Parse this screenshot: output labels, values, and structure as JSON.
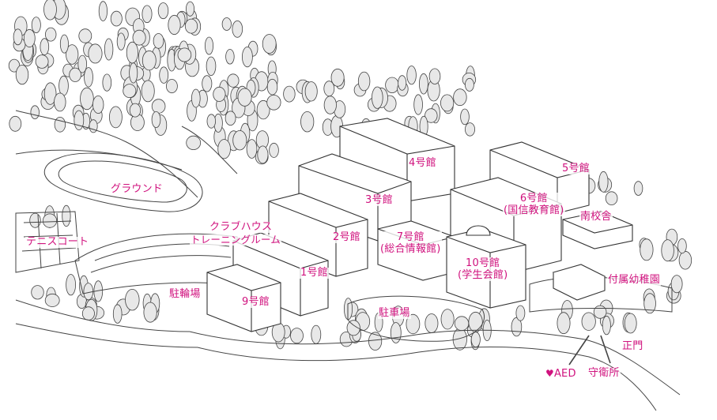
{
  "colors": {
    "label": "#d0127e",
    "line": "#333333"
  },
  "labels": {
    "ground": "グラウンド",
    "tennis": "テニスコート",
    "clubhouse": "クラブハウス",
    "training_room": "トレーニングルーム",
    "bicycle_parking": "駐輪場",
    "b1": "1号館",
    "b2": "2号館",
    "b3": "3号館",
    "b4": "4号館",
    "b5": "5号館",
    "b6": "6号館",
    "b6_sub": "(国信教育館)",
    "b7": "7号館",
    "b7_sub": "(総合情報館)",
    "b9": "9号館",
    "b10": "10号館",
    "b10_sub": "(学生会館)",
    "south_building": "南校舎",
    "kindergarten": "付属幼稚園",
    "parking": "駐車場",
    "main_gate": "正門",
    "aed": "AED",
    "guard_house": "守衛所"
  },
  "icons": {
    "aed_marker": "heart-icon"
  }
}
